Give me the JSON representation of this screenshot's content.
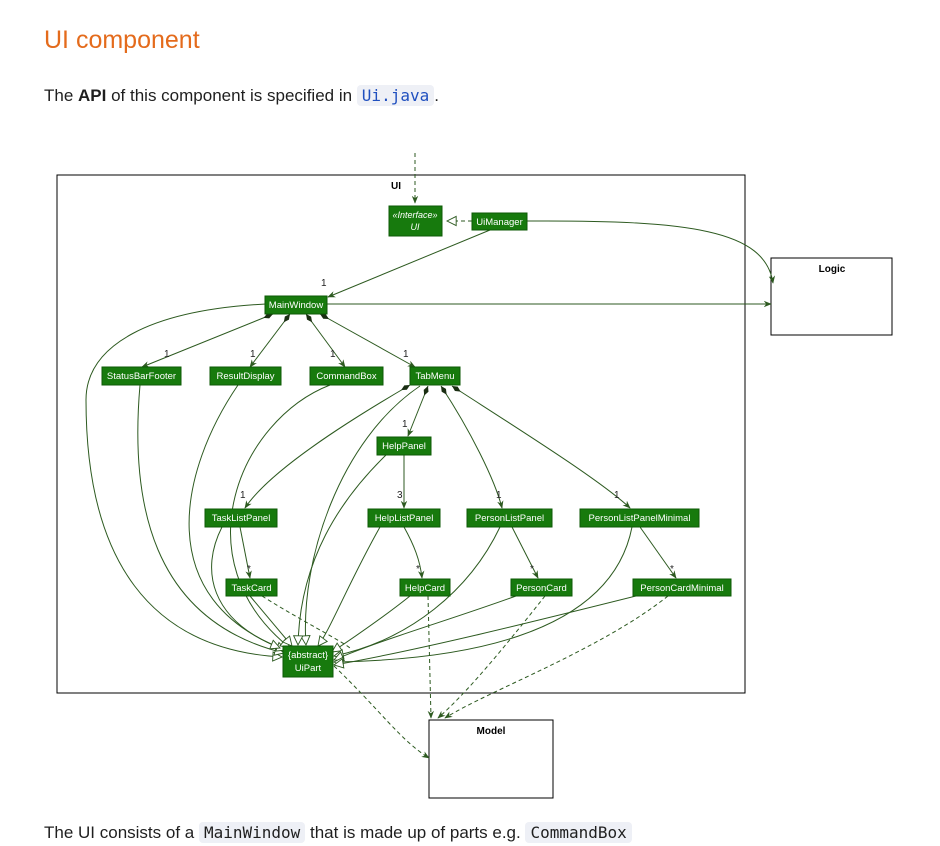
{
  "heading": "UI component",
  "intro": {
    "prefix": "The ",
    "api": "API",
    "middle": " of this component is specified in ",
    "file": "Ui.java",
    "suffix": "."
  },
  "bottom": {
    "prefix": "The UI consists of a ",
    "main": "MainWindow",
    "middle": " that is made up of parts e.g.",
    "part": "CommandBox"
  },
  "diagram": {
    "package_ui": "UI",
    "package_logic": "Logic",
    "package_model": "Model",
    "classes": {
      "ui_stereotype": "«Interface»",
      "ui_name": "UI",
      "ui_manager": "UiManager",
      "main_window": "MainWindow",
      "status_bar_footer": "StatusBarFooter",
      "result_display": "ResultDisplay",
      "command_box": "CommandBox",
      "tab_menu": "TabMenu",
      "help_panel": "HelpPanel",
      "task_list_panel": "TaskListPanel",
      "help_list_panel": "HelpListPanel",
      "person_list_panel": "PersonListPanel",
      "person_list_panel_minimal": "PersonListPanelMinimal",
      "task_card": "TaskCard",
      "help_card": "HelpCard",
      "person_card": "PersonCard",
      "person_card_minimal": "PersonCardMinimal",
      "ui_part_stereotype": "{abstract}",
      "ui_part": "UiPart"
    },
    "multiplicities": {
      "main_window": "1",
      "status_bar_footer": "1",
      "result_display": "1",
      "command_box": "1",
      "tab_menu": "1",
      "help_panel": "1",
      "task_list_panel": "1",
      "help_list_panel": "3",
      "person_list_panel": "1",
      "person_list_panel_minimal": "1",
      "task_card": "*",
      "help_card": "*",
      "person_card": "*",
      "person_card_minimal": "*"
    },
    "colors": {
      "class_fill": "#177a0d",
      "edge": "#2d5a20",
      "heading": "#e46b1c"
    }
  }
}
